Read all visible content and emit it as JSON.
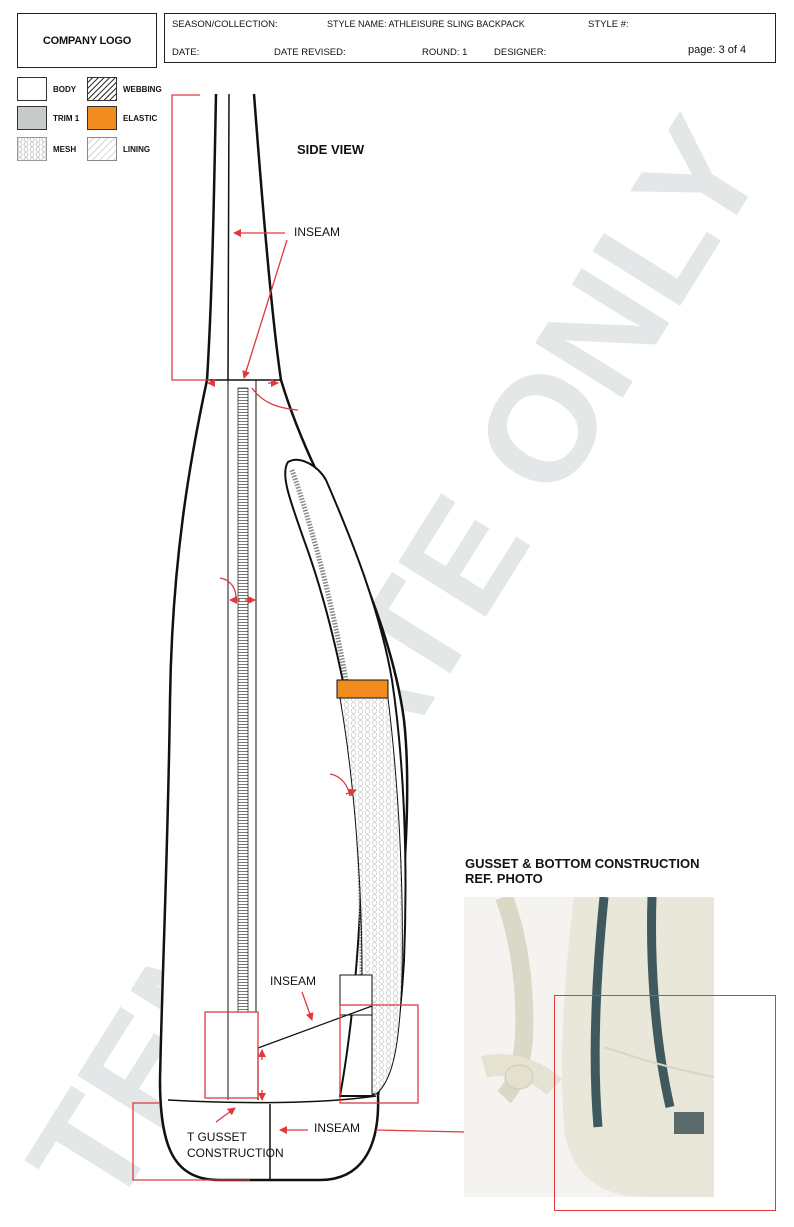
{
  "logo": {
    "text": "COMPANY LOGO"
  },
  "header": {
    "season_label": "SEASON/COLLECTION:",
    "style_name": "STYLE NAME: ATHLEISURE SLING BACKPACK",
    "style_no_label": "STYLE #:",
    "date_label": "DATE:",
    "date_revised_label": "DATE REVISED:",
    "round_label": "ROUND: 1",
    "designer_label": "DESIGNER:",
    "page": "page: 3 of 4"
  },
  "legend": {
    "body": "BODY",
    "webbing": "WEBBING",
    "trim": "TRIM 1",
    "elastic": "ELASTIC",
    "mesh": "MESH",
    "lining": "LINING",
    "colors": {
      "body": "#ffffff",
      "trim": "#c5ccc8",
      "elastic": "#f28c1e"
    }
  },
  "view_title": "SIDE VIEW",
  "callouts": {
    "inseam_top": "INSEAM",
    "inseam_mid": "INSEAM",
    "inseam_bottom": "INSEAM",
    "gusset_line1": "T GUSSET",
    "gusset_line2": "CONSTRUCTION"
  },
  "ref_photo": {
    "title_line1": "GUSSET & BOTTOM CONSTRUCTION",
    "title_line2": "REF. PHOTO"
  },
  "watermark": "TEMPLATE ONLY",
  "colors": {
    "callout_red": "#e0393e",
    "watermark": "#e3e7e7"
  }
}
